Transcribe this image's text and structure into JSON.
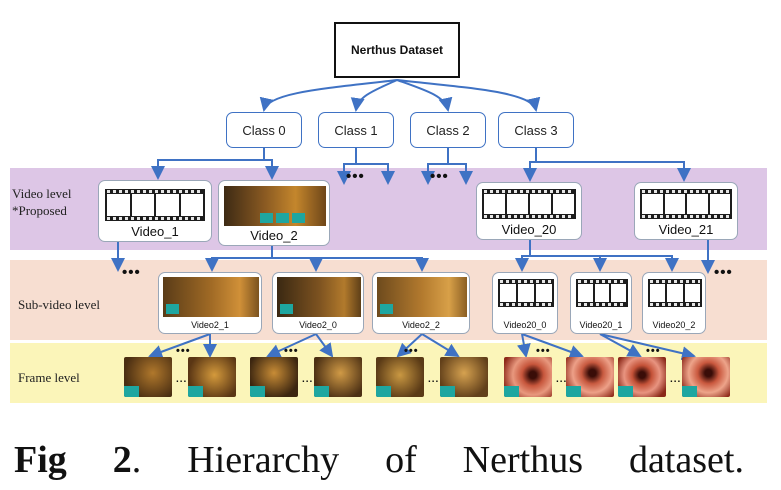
{
  "root": "Nerthus Dataset",
  "classes": [
    "Class 0",
    "Class 1",
    "Class 2",
    "Class 3"
  ],
  "levels": {
    "video": [
      "Video level",
      "*Proposed"
    ],
    "sub_video": "Sub-video level",
    "frame": "Frame level"
  },
  "videos": [
    "Video_1",
    "Video_2",
    "Video_20",
    "Video_21"
  ],
  "sub_videos": [
    "Video2_1",
    "Video2_0",
    "Video2_2",
    "Video20_0",
    "Video20_1",
    "Video20_2"
  ],
  "ellipsis": "•••",
  "frame_ellipsis": "...",
  "caption": {
    "fig": "Fig",
    "num": "2",
    "dot": ".",
    "words": [
      "Hierarchy",
      "of",
      "Nerthus",
      "dataset."
    ]
  },
  "colors": {
    "arrow": "#3f72c4",
    "video_band": "#ddc6e6",
    "sub_band": "#f7ded1",
    "frame_band": "#fbf5b9",
    "marker": "#1ea6a0"
  }
}
